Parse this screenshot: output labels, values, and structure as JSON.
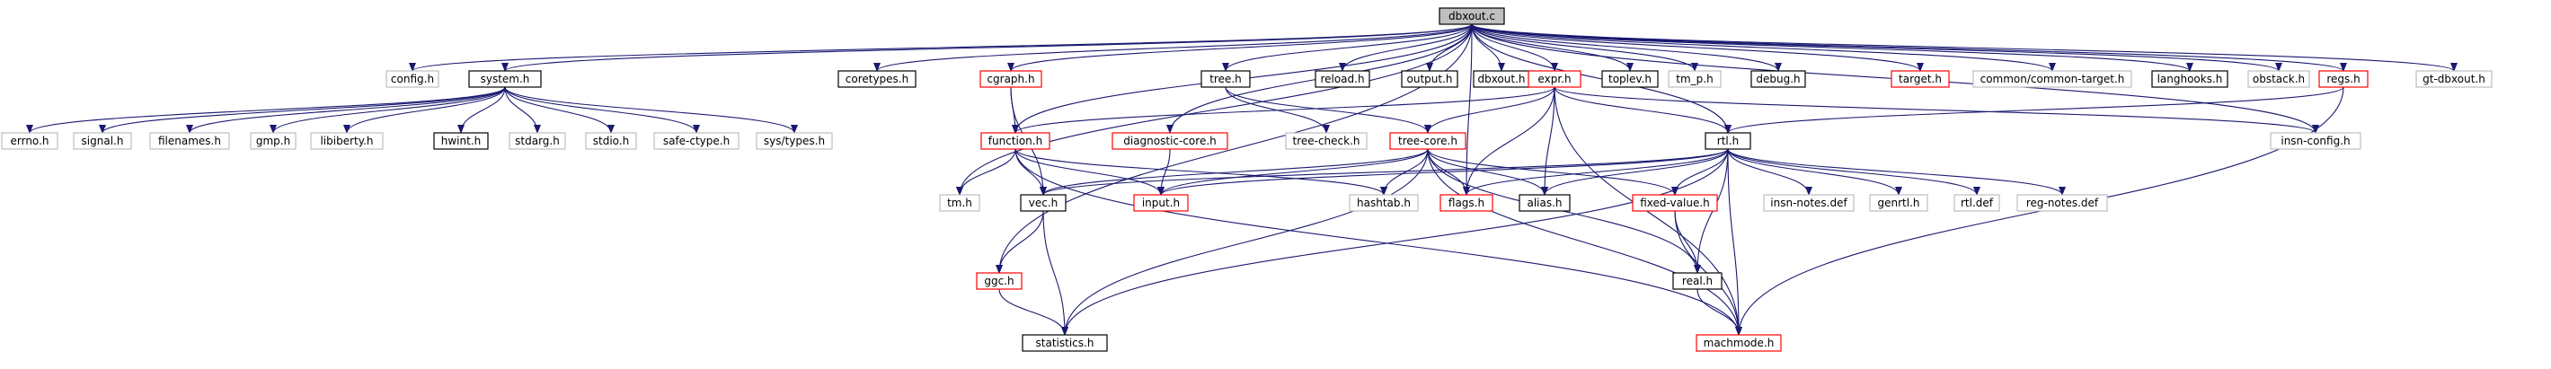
{
  "diagram": {
    "colors": {
      "edge": "#191970",
      "root_fill": "#bfbfbf",
      "black": "#000000",
      "red": "#ff0000",
      "gray": "#bfbfbf"
    },
    "nodes": [
      {
        "id": "dbxout_c",
        "label": "dbxout.c",
        "style": "root"
      },
      {
        "id": "config_h",
        "label": "config.h",
        "style": "gray"
      },
      {
        "id": "system_h",
        "label": "system.h",
        "style": "black"
      },
      {
        "id": "coretypes_h",
        "label": "coretypes.h",
        "style": "black"
      },
      {
        "id": "cgraph_h",
        "label": "cgraph.h",
        "style": "red"
      },
      {
        "id": "tree_h",
        "label": "tree.h",
        "style": "black"
      },
      {
        "id": "reload_h",
        "label": "reload.h",
        "style": "black"
      },
      {
        "id": "output_h",
        "label": "output.h",
        "style": "black"
      },
      {
        "id": "dbxout_h",
        "label": "dbxout.h",
        "style": "black"
      },
      {
        "id": "expr_h",
        "label": "expr.h",
        "style": "red"
      },
      {
        "id": "toplev_h",
        "label": "toplev.h",
        "style": "black"
      },
      {
        "id": "tm_p_h",
        "label": "tm_p.h",
        "style": "gray"
      },
      {
        "id": "debug_h",
        "label": "debug.h",
        "style": "black"
      },
      {
        "id": "target_h",
        "label": "target.h",
        "style": "red"
      },
      {
        "id": "common_target_h",
        "label": "common/common-target.h",
        "style": "gray"
      },
      {
        "id": "langhooks_h",
        "label": "langhooks.h",
        "style": "black"
      },
      {
        "id": "obstack_h",
        "label": "obstack.h",
        "style": "gray"
      },
      {
        "id": "regs_h",
        "label": "regs.h",
        "style": "red"
      },
      {
        "id": "gt_dbxout_h",
        "label": "gt-dbxout.h",
        "style": "gray"
      },
      {
        "id": "errno_h",
        "label": "errno.h",
        "style": "gray"
      },
      {
        "id": "signal_h",
        "label": "signal.h",
        "style": "gray"
      },
      {
        "id": "filenames_h",
        "label": "filenames.h",
        "style": "gray"
      },
      {
        "id": "gmp_h",
        "label": "gmp.h",
        "style": "gray"
      },
      {
        "id": "libiberty_h",
        "label": "libiberty.h",
        "style": "gray"
      },
      {
        "id": "hwint_h",
        "label": "hwint.h",
        "style": "black"
      },
      {
        "id": "stdarg_h",
        "label": "stdarg.h",
        "style": "gray"
      },
      {
        "id": "stdio_h",
        "label": "stdio.h",
        "style": "gray"
      },
      {
        "id": "safe_ctype_h",
        "label": "safe-ctype.h",
        "style": "gray"
      },
      {
        "id": "sys_types_h",
        "label": "sys/types.h",
        "style": "gray"
      },
      {
        "id": "function_h",
        "label": "function.h",
        "style": "red"
      },
      {
        "id": "diagnostic_core_h",
        "label": "diagnostic-core.h",
        "style": "red"
      },
      {
        "id": "tree_check_h",
        "label": "tree-check.h",
        "style": "gray"
      },
      {
        "id": "tree_core_h",
        "label": "tree-core.h",
        "style": "red"
      },
      {
        "id": "rtl_h",
        "label": "rtl.h",
        "style": "black"
      },
      {
        "id": "insn_config_h",
        "label": "insn-config.h",
        "style": "gray"
      },
      {
        "id": "tm_h",
        "label": "tm.h",
        "style": "gray"
      },
      {
        "id": "vec_h",
        "label": "vec.h",
        "style": "black"
      },
      {
        "id": "input_h",
        "label": "input.h",
        "style": "red"
      },
      {
        "id": "hashtab_h",
        "label": "hashtab.h",
        "style": "gray"
      },
      {
        "id": "flags_h",
        "label": "flags.h",
        "style": "red"
      },
      {
        "id": "alias_h",
        "label": "alias.h",
        "style": "black"
      },
      {
        "id": "fixed_value_h",
        "label": "fixed-value.h",
        "style": "red"
      },
      {
        "id": "insn_notes_def",
        "label": "insn-notes.def",
        "style": "gray"
      },
      {
        "id": "genrtl_h",
        "label": "genrtl.h",
        "style": "gray"
      },
      {
        "id": "rtl_def",
        "label": "rtl.def",
        "style": "gray"
      },
      {
        "id": "reg_notes_def",
        "label": "reg-notes.def",
        "style": "gray"
      },
      {
        "id": "ggc_h",
        "label": "ggc.h",
        "style": "red"
      },
      {
        "id": "real_h",
        "label": "real.h",
        "style": "black"
      },
      {
        "id": "statistics_h",
        "label": "statistics.h",
        "style": "black"
      },
      {
        "id": "machmode_h",
        "label": "machmode.h",
        "style": "red"
      }
    ],
    "edges": [
      [
        "dbxout_c",
        "config_h"
      ],
      [
        "dbxout_c",
        "system_h"
      ],
      [
        "dbxout_c",
        "coretypes_h"
      ],
      [
        "dbxout_c",
        "cgraph_h"
      ],
      [
        "dbxout_c",
        "tree_h"
      ],
      [
        "dbxout_c",
        "reload_h"
      ],
      [
        "dbxout_c",
        "output_h"
      ],
      [
        "dbxout_c",
        "dbxout_h"
      ],
      [
        "dbxout_c",
        "expr_h"
      ],
      [
        "dbxout_c",
        "toplev_h"
      ],
      [
        "dbxout_c",
        "tm_p_h"
      ],
      [
        "dbxout_c",
        "debug_h"
      ],
      [
        "dbxout_c",
        "target_h"
      ],
      [
        "dbxout_c",
        "common_target_h"
      ],
      [
        "dbxout_c",
        "langhooks_h"
      ],
      [
        "dbxout_c",
        "obstack_h"
      ],
      [
        "dbxout_c",
        "regs_h"
      ],
      [
        "dbxout_c",
        "gt_dbxout_h"
      ],
      [
        "dbxout_c",
        "tm_h"
      ],
      [
        "dbxout_c",
        "function_h"
      ],
      [
        "dbxout_c",
        "diagnostic_core_h"
      ],
      [
        "dbxout_c",
        "ggc_h"
      ],
      [
        "dbxout_c",
        "flags_h"
      ],
      [
        "dbxout_c",
        "rtl_h"
      ],
      [
        "dbxout_c",
        "insn_config_h"
      ],
      [
        "system_h",
        "errno_h"
      ],
      [
        "system_h",
        "signal_h"
      ],
      [
        "system_h",
        "filenames_h"
      ],
      [
        "system_h",
        "gmp_h"
      ],
      [
        "system_h",
        "libiberty_h"
      ],
      [
        "system_h",
        "hwint_h"
      ],
      [
        "system_h",
        "stdarg_h"
      ],
      [
        "system_h",
        "stdio_h"
      ],
      [
        "system_h",
        "safe_ctype_h"
      ],
      [
        "system_h",
        "sys_types_h"
      ],
      [
        "cgraph_h",
        "function_h"
      ],
      [
        "cgraph_h",
        "vec_h"
      ],
      [
        "tree_h",
        "tree_check_h"
      ],
      [
        "tree_h",
        "tree_core_h"
      ],
      [
        "expr_h",
        "function_h"
      ],
      [
        "expr_h",
        "tree_core_h"
      ],
      [
        "expr_h",
        "rtl_h"
      ],
      [
        "expr_h",
        "insn_config_h"
      ],
      [
        "expr_h",
        "flags_h"
      ],
      [
        "expr_h",
        "alias_h"
      ],
      [
        "expr_h",
        "machmode_h"
      ],
      [
        "regs_h",
        "rtl_h"
      ],
      [
        "regs_h",
        "machmode_h"
      ],
      [
        "function_h",
        "tm_h"
      ],
      [
        "function_h",
        "vec_h"
      ],
      [
        "function_h",
        "input_h"
      ],
      [
        "function_h",
        "hashtab_h"
      ],
      [
        "function_h",
        "machmode_h"
      ],
      [
        "diagnostic_core_h",
        "input_h"
      ],
      [
        "tree_core_h",
        "vec_h"
      ],
      [
        "tree_core_h",
        "input_h"
      ],
      [
        "tree_core_h",
        "hashtab_h"
      ],
      [
        "tree_core_h",
        "flags_h"
      ],
      [
        "tree_core_h",
        "alias_h"
      ],
      [
        "tree_core_h",
        "fixed_value_h"
      ],
      [
        "tree_core_h",
        "real_h"
      ],
      [
        "tree_core_h",
        "statistics_h"
      ],
      [
        "tree_core_h",
        "machmode_h"
      ],
      [
        "rtl_h",
        "vec_h"
      ],
      [
        "rtl_h",
        "input_h"
      ],
      [
        "rtl_h",
        "flags_h"
      ],
      [
        "rtl_h",
        "alias_h"
      ],
      [
        "rtl_h",
        "fixed_value_h"
      ],
      [
        "rtl_h",
        "insn_notes_def"
      ],
      [
        "rtl_h",
        "genrtl_h"
      ],
      [
        "rtl_h",
        "rtl_def"
      ],
      [
        "rtl_h",
        "reg_notes_def"
      ],
      [
        "rtl_h",
        "real_h"
      ],
      [
        "rtl_h",
        "statistics_h"
      ],
      [
        "rtl_h",
        "machmode_h"
      ],
      [
        "vec_h",
        "ggc_h"
      ],
      [
        "vec_h",
        "statistics_h"
      ],
      [
        "ggc_h",
        "statistics_h"
      ],
      [
        "fixed_value_h",
        "real_h"
      ],
      [
        "fixed_value_h",
        "machmode_h"
      ],
      [
        "real_h",
        "machmode_h"
      ]
    ]
  }
}
